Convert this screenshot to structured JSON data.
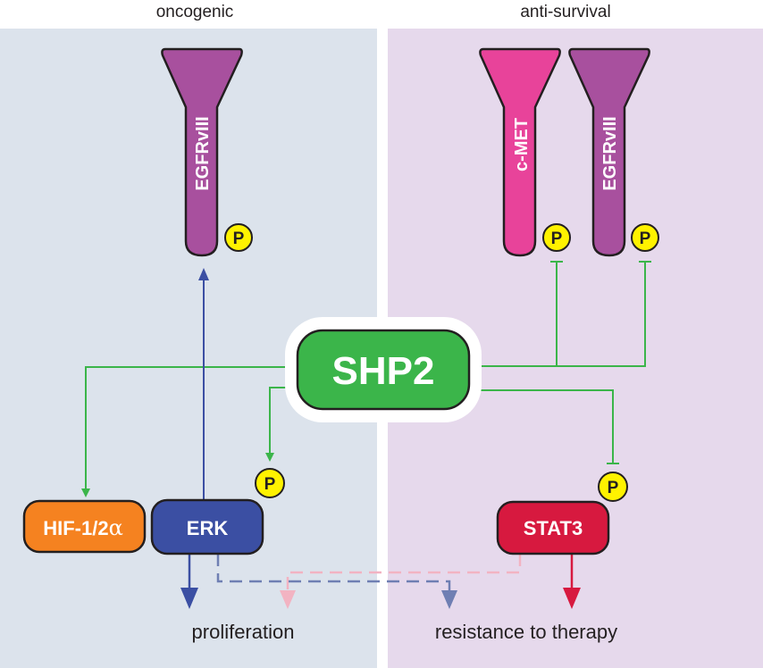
{
  "panels": {
    "left_title": "oncogenic",
    "right_title": "anti-survival"
  },
  "nodes": {
    "egfrviii_left": "EGFRvIII",
    "cmet": "c-MET",
    "egfrviii_right": "EGFRvIII",
    "shp2": "SHP2",
    "hif": "HIF-1/2",
    "hif_alpha": "α",
    "erk": "ERK",
    "stat3": "STAT3",
    "phospho": "P"
  },
  "outcomes": {
    "proliferation": "proliferation",
    "resistance": "resistance to therapy"
  },
  "colors": {
    "left_bg": "#dce3ec",
    "right_bg": "#e6d9ec",
    "egfr": "#a8509e",
    "cmet": "#e8439a",
    "shp2": "#3bb54a",
    "hif": "#f58220",
    "erk": "#3b4fa3",
    "stat3": "#d7193f",
    "phospho": "#fff200",
    "green_line": "#3bb54a",
    "blue_line": "#3b4fa3",
    "pink_dash": "#f2b3c2",
    "blue_dash": "#6f7fb3",
    "red_arrow": "#d7193f"
  }
}
